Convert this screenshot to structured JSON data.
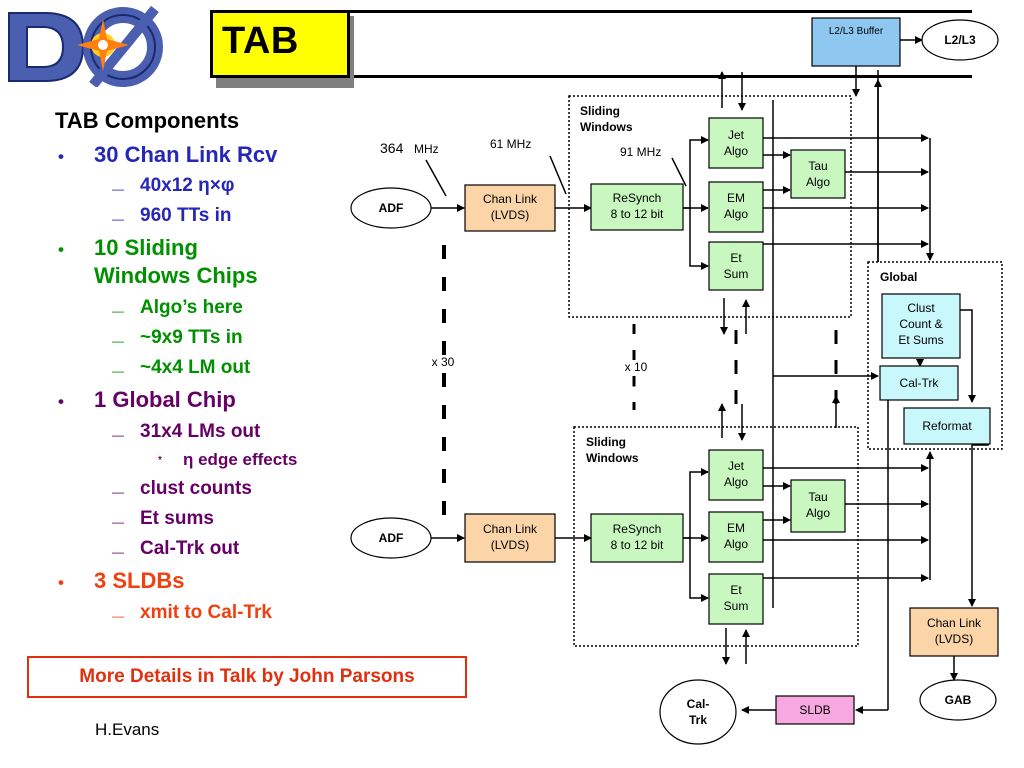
{
  "header": {
    "title": "TAB"
  },
  "bullets": {
    "heading": "TAB Components",
    "b1": "30 Chan Link Rcv",
    "b1_1": "40x12 η×φ",
    "b1_2": "960 TTs in",
    "b2_line1": "10 Sliding",
    "b2_line2": "Windows Chips",
    "b2_1": "Algo’s here",
    "b2_2": "~9x9 TTs in",
    "b2_3": "~4x4 LM out",
    "b3": "1 Global Chip",
    "b3_1": "31x4 LMs out",
    "b3_1_1": "η edge effects",
    "b3_2": "clust counts",
    "b3_3": "Et sums",
    "b3_4": "Cal-Trk out",
    "b4": "3 SLDBs",
    "b4_1": "xmit to Cal-Trk"
  },
  "note": "More Details in Talk by John Parsons",
  "author": "H.Evans",
  "diagram": {
    "l2l3_buffer": "L2/L3 Buffer",
    "l2l3": "L2/L3",
    "adf": "ADF",
    "chan_link_l1": "Chan Link",
    "chan_link_l2": "(LVDS)",
    "resynch_l1": "ReSynch",
    "resynch_l2": "8 to 12 bit",
    "jet_l1": "Jet",
    "jet_l2": "Algo",
    "em_l1": "EM",
    "em_l2": "Algo",
    "et_l1": "Et",
    "et_l2": "Sum",
    "tau_l1": "Tau",
    "tau_l2": "Algo",
    "sliding_l1": "Sliding",
    "sliding_l2": "Windows",
    "global": "Global",
    "clust_l1": "Clust",
    "clust_l2": "Count &",
    "clust_l3": "Et Sums",
    "cal_trk_box": "Cal-Trk",
    "reformat": "Reformat",
    "cal_trk_l1": "Cal-",
    "cal_trk_l2": "Trk",
    "sldb": "SLDB",
    "gab": "GAB",
    "freq_364_num": "364",
    "freq_364_unit": "MHz",
    "freq_61": "61 MHz",
    "freq_91": "91 MHz",
    "x30": "x 30",
    "x10": "x 10",
    "x10_dash": "-"
  },
  "colors": {
    "title_yellow": "#ffff00",
    "chan_link": "#fbd4a8",
    "resynch": "#c8f8c0",
    "algo": "#c8f8c0",
    "global_cyan": "#c8f8fc",
    "l2l3_buffer": "#8ec8f0",
    "sldb": "#f8a8e0",
    "note_red": "#e03010"
  }
}
